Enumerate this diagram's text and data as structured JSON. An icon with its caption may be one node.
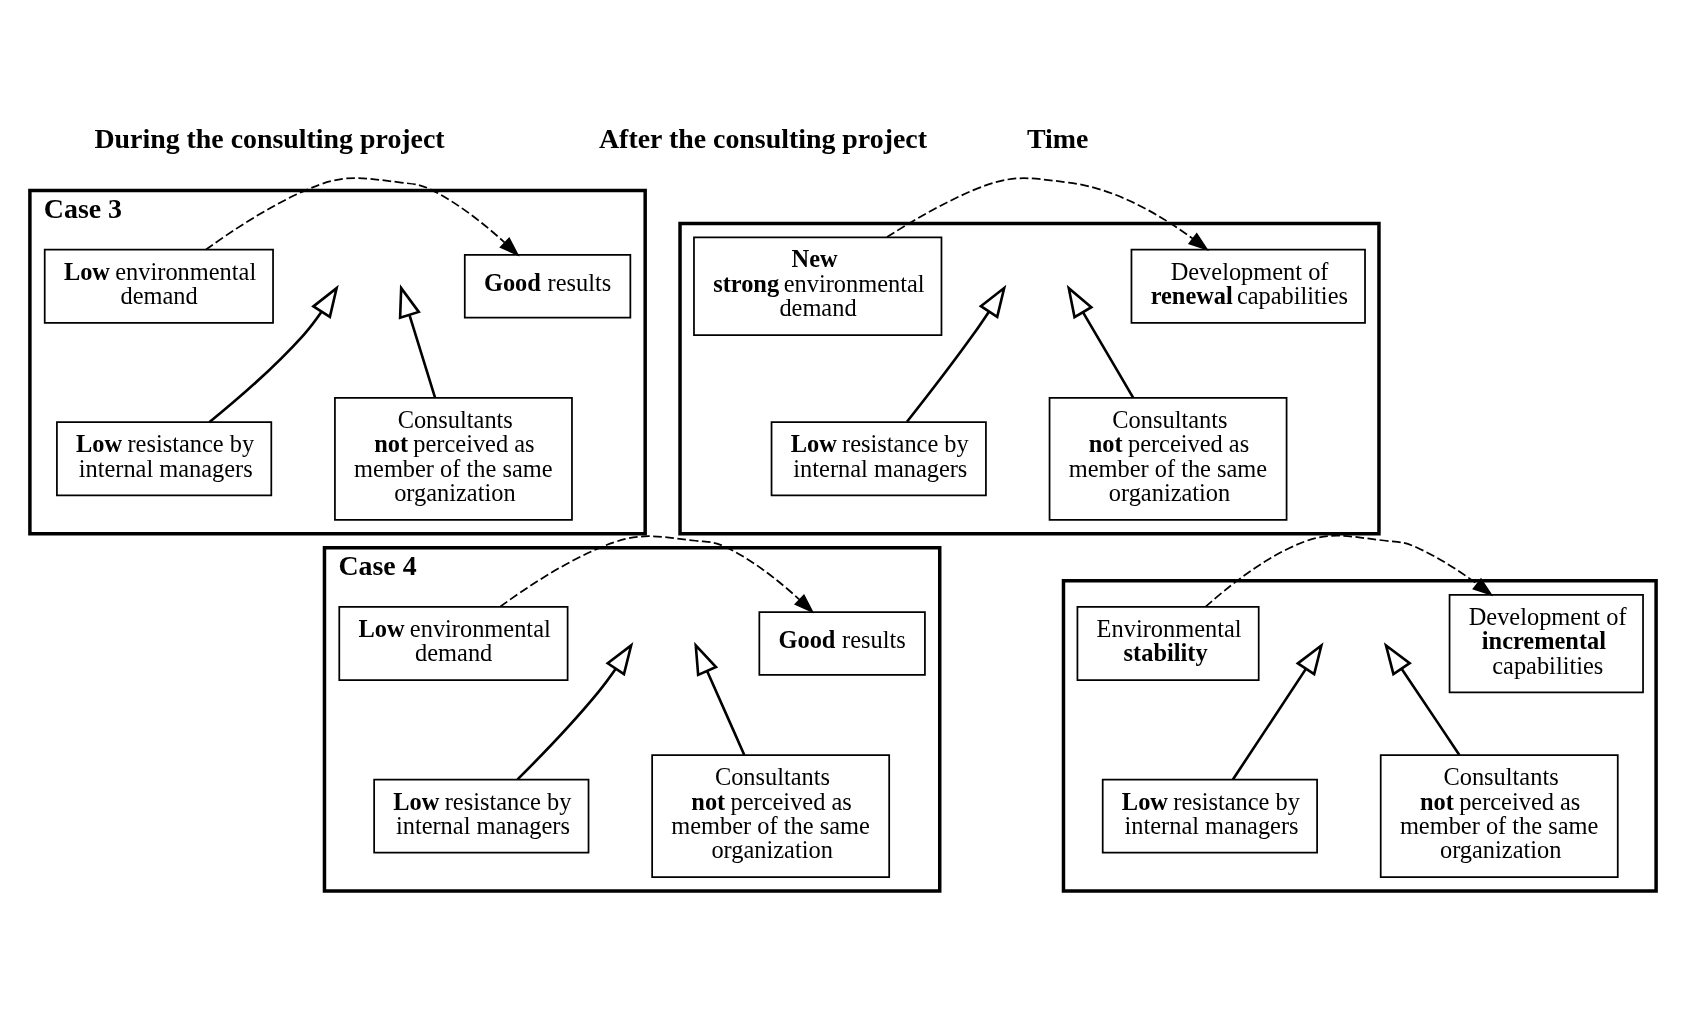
{
  "diagram": {
    "nodes": [
      {
        "text": [
          "Case 3"
        ]
      },
      {
        "text": [
          "**Low** environmental demand"
        ],
        "in": 0
      },
      {
        "text": [
          "**Good** results"
        ],
        "in": 0
      },
      {
        "text": [
          "**Low** resistance by internal managers"
        ],
        "in": 0
      },
      {
        "text": [
          "Consultants **not** perceived as member of the same organization"
        ],
        "in": 0
      },
      {
        "text": [],
        "shape": "box"
      },
      {
        "text": [
          "**New strong** environmental demand"
        ],
        "in": 5
      },
      {
        "text": [
          "Development of **renewal** capabilities"
        ],
        "in": 5
      },
      {
        "text": [
          "**Low** resistance by internal managers"
        ],
        "in": 5
      },
      {
        "text": [
          "Consultants **not** perceived as member of the same organization"
        ],
        "in": 5
      },
      {
        "text": [
          "Case 4"
        ]
      },
      {
        "text": [
          "**Low** environmental demand"
        ],
        "in": 10
      },
      {
        "text": [
          "**Good** results"
        ],
        "in": 10
      },
      {
        "text": [
          "**Low** resistance by internal managers"
        ],
        "in": 10
      },
      {
        "text": [
          "Consultants **not** perceived as member of the same organization"
        ],
        "in": 10
      },
      {
        "text": [],
        "shape": "box"
      },
      {
        "text": [
          "Environmental **stability**"
        ],
        "in": 15
      },
      {
        "text": [
          "Development of **incremental** capabilities"
        ],
        "in": 15
      },
      {
        "text": [
          "**Low** resistance by internal managers"
        ],
        "in": 15
      },
      {
        "text": [
          "Consultants **not** perceived as member of the same organization"
        ],
        "in": 15
      }
    ],
    "edges": [
      {
        "from": 1,
        "to": 2,
        "arrow": "to",
        "style": "dashed"
      },
      {
        "from": 3,
        "to": null,
        "arrow": "to"
      },
      {
        "from": 4,
        "to": null,
        "arrow": "to"
      },
      {
        "from": 6,
        "to": 7,
        "arrow": "to",
        "style": "dashed"
      },
      {
        "from": 8,
        "to": null,
        "arrow": "to"
      },
      {
        "from": 9,
        "to": null,
        "arrow": "to"
      },
      {
        "from": 11,
        "to": 12,
        "arrow": "to",
        "style": "dashed"
      },
      {
        "from": 13,
        "to": null,
        "arrow": "to"
      },
      {
        "from": 14,
        "to": null,
        "arrow": "to"
      },
      {
        "from": 16,
        "to": 17,
        "arrow": "to",
        "style": "dashed"
      },
      {
        "from": 18,
        "to": null,
        "arrow": "to"
      },
      {
        "from": 19,
        "to": null,
        "arrow": "to"
      }
    ],
    "labels": [
      "During the consulting project",
      "After the consulting project",
      "Time"
    ]
  }
}
